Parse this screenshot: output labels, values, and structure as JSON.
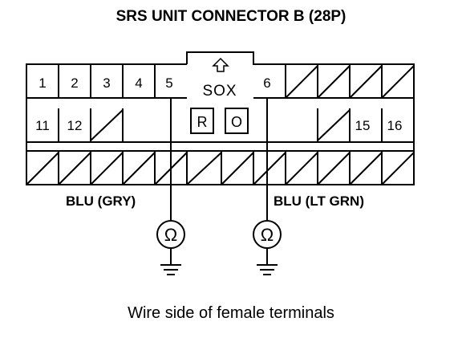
{
  "title": "SRS UNIT CONNECTOR B (28P)",
  "caption": "Wire side of female terminals",
  "connector": {
    "top_row_pins": [
      "1",
      "2",
      "3",
      "4",
      "5",
      "6"
    ],
    "mid_row_pins": [
      "11",
      "12",
      "15",
      "16"
    ],
    "lock_label": "SOX",
    "lock_tabs": [
      "R",
      "O"
    ]
  },
  "wires": [
    {
      "label": "BLU (GRY)",
      "pin": "5",
      "meter_symbol": "Ω"
    },
    {
      "label": "BLU (LT GRN)",
      "pin": "6",
      "meter_symbol": "Ω"
    }
  ]
}
